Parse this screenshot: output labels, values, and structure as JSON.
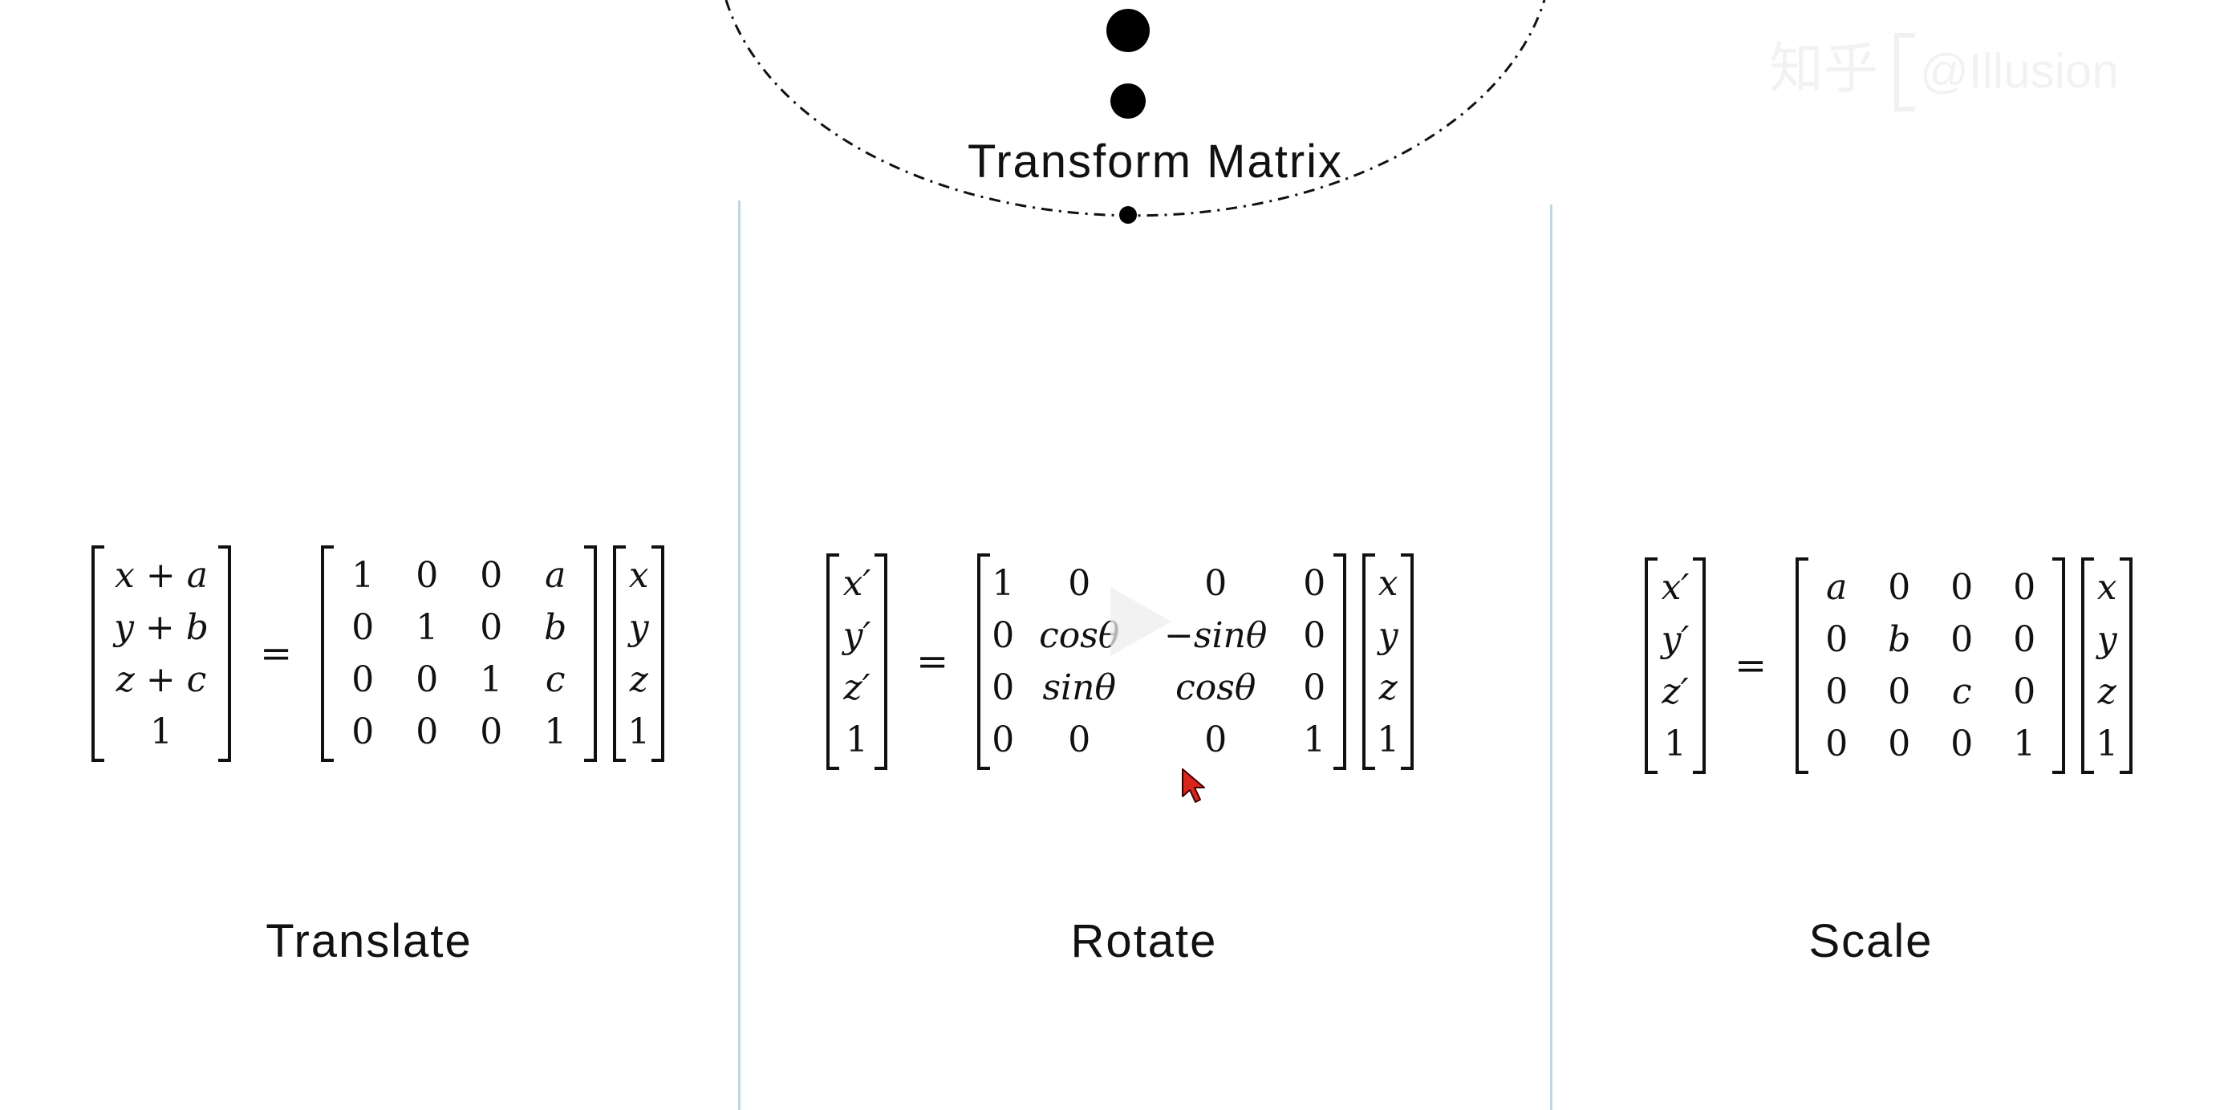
{
  "title": "Transform Matrix",
  "watermark": {
    "site": "知乎",
    "handle": "@Illusion"
  },
  "sections": [
    {
      "label": "Translate",
      "lhs": {
        "rows": [
          "x + a",
          "y + b",
          "z + c",
          "1"
        ]
      },
      "matrix": {
        "rows": [
          [
            "1",
            "0",
            "0",
            "a"
          ],
          [
            "0",
            "1",
            "0",
            "b"
          ],
          [
            "0",
            "0",
            "1",
            "c"
          ],
          [
            "0",
            "0",
            "0",
            "1"
          ]
        ]
      },
      "rhs": {
        "rows": [
          "x",
          "y",
          "z",
          "1"
        ]
      }
    },
    {
      "label": "Rotate",
      "lhs": {
        "rows": [
          "x′",
          "y′",
          "z′",
          "1"
        ]
      },
      "matrix": {
        "rows": [
          [
            "1",
            "0",
            "0",
            "0"
          ],
          [
            "0",
            "cosθ",
            "−sinθ",
            "0"
          ],
          [
            "0",
            "sinθ",
            "cosθ",
            "0"
          ],
          [
            "0",
            "0",
            "0",
            "1"
          ]
        ]
      },
      "rhs": {
        "rows": [
          "x",
          "y",
          "z",
          "1"
        ]
      }
    },
    {
      "label": "Scale",
      "lhs": {
        "rows": [
          "x′",
          "y′",
          "z′",
          "1"
        ]
      },
      "matrix": {
        "rows": [
          [
            "a",
            "0",
            "0",
            "0"
          ],
          [
            "0",
            "b",
            "0",
            "0"
          ],
          [
            "0",
            "0",
            "c",
            "0"
          ],
          [
            "0",
            "0",
            "0",
            "1"
          ]
        ]
      },
      "rhs": {
        "rows": [
          "x",
          "y",
          "z",
          "1"
        ]
      }
    }
  ],
  "equals_sign": "=",
  "icons": [
    "dot-large-icon",
    "dot-medium-icon",
    "dot-small-icon",
    "mouse-cursor-icon",
    "play-icon"
  ],
  "colors": {
    "divider": "#bcd6e6",
    "cursor": "#d8261b",
    "text": "#111111"
  }
}
